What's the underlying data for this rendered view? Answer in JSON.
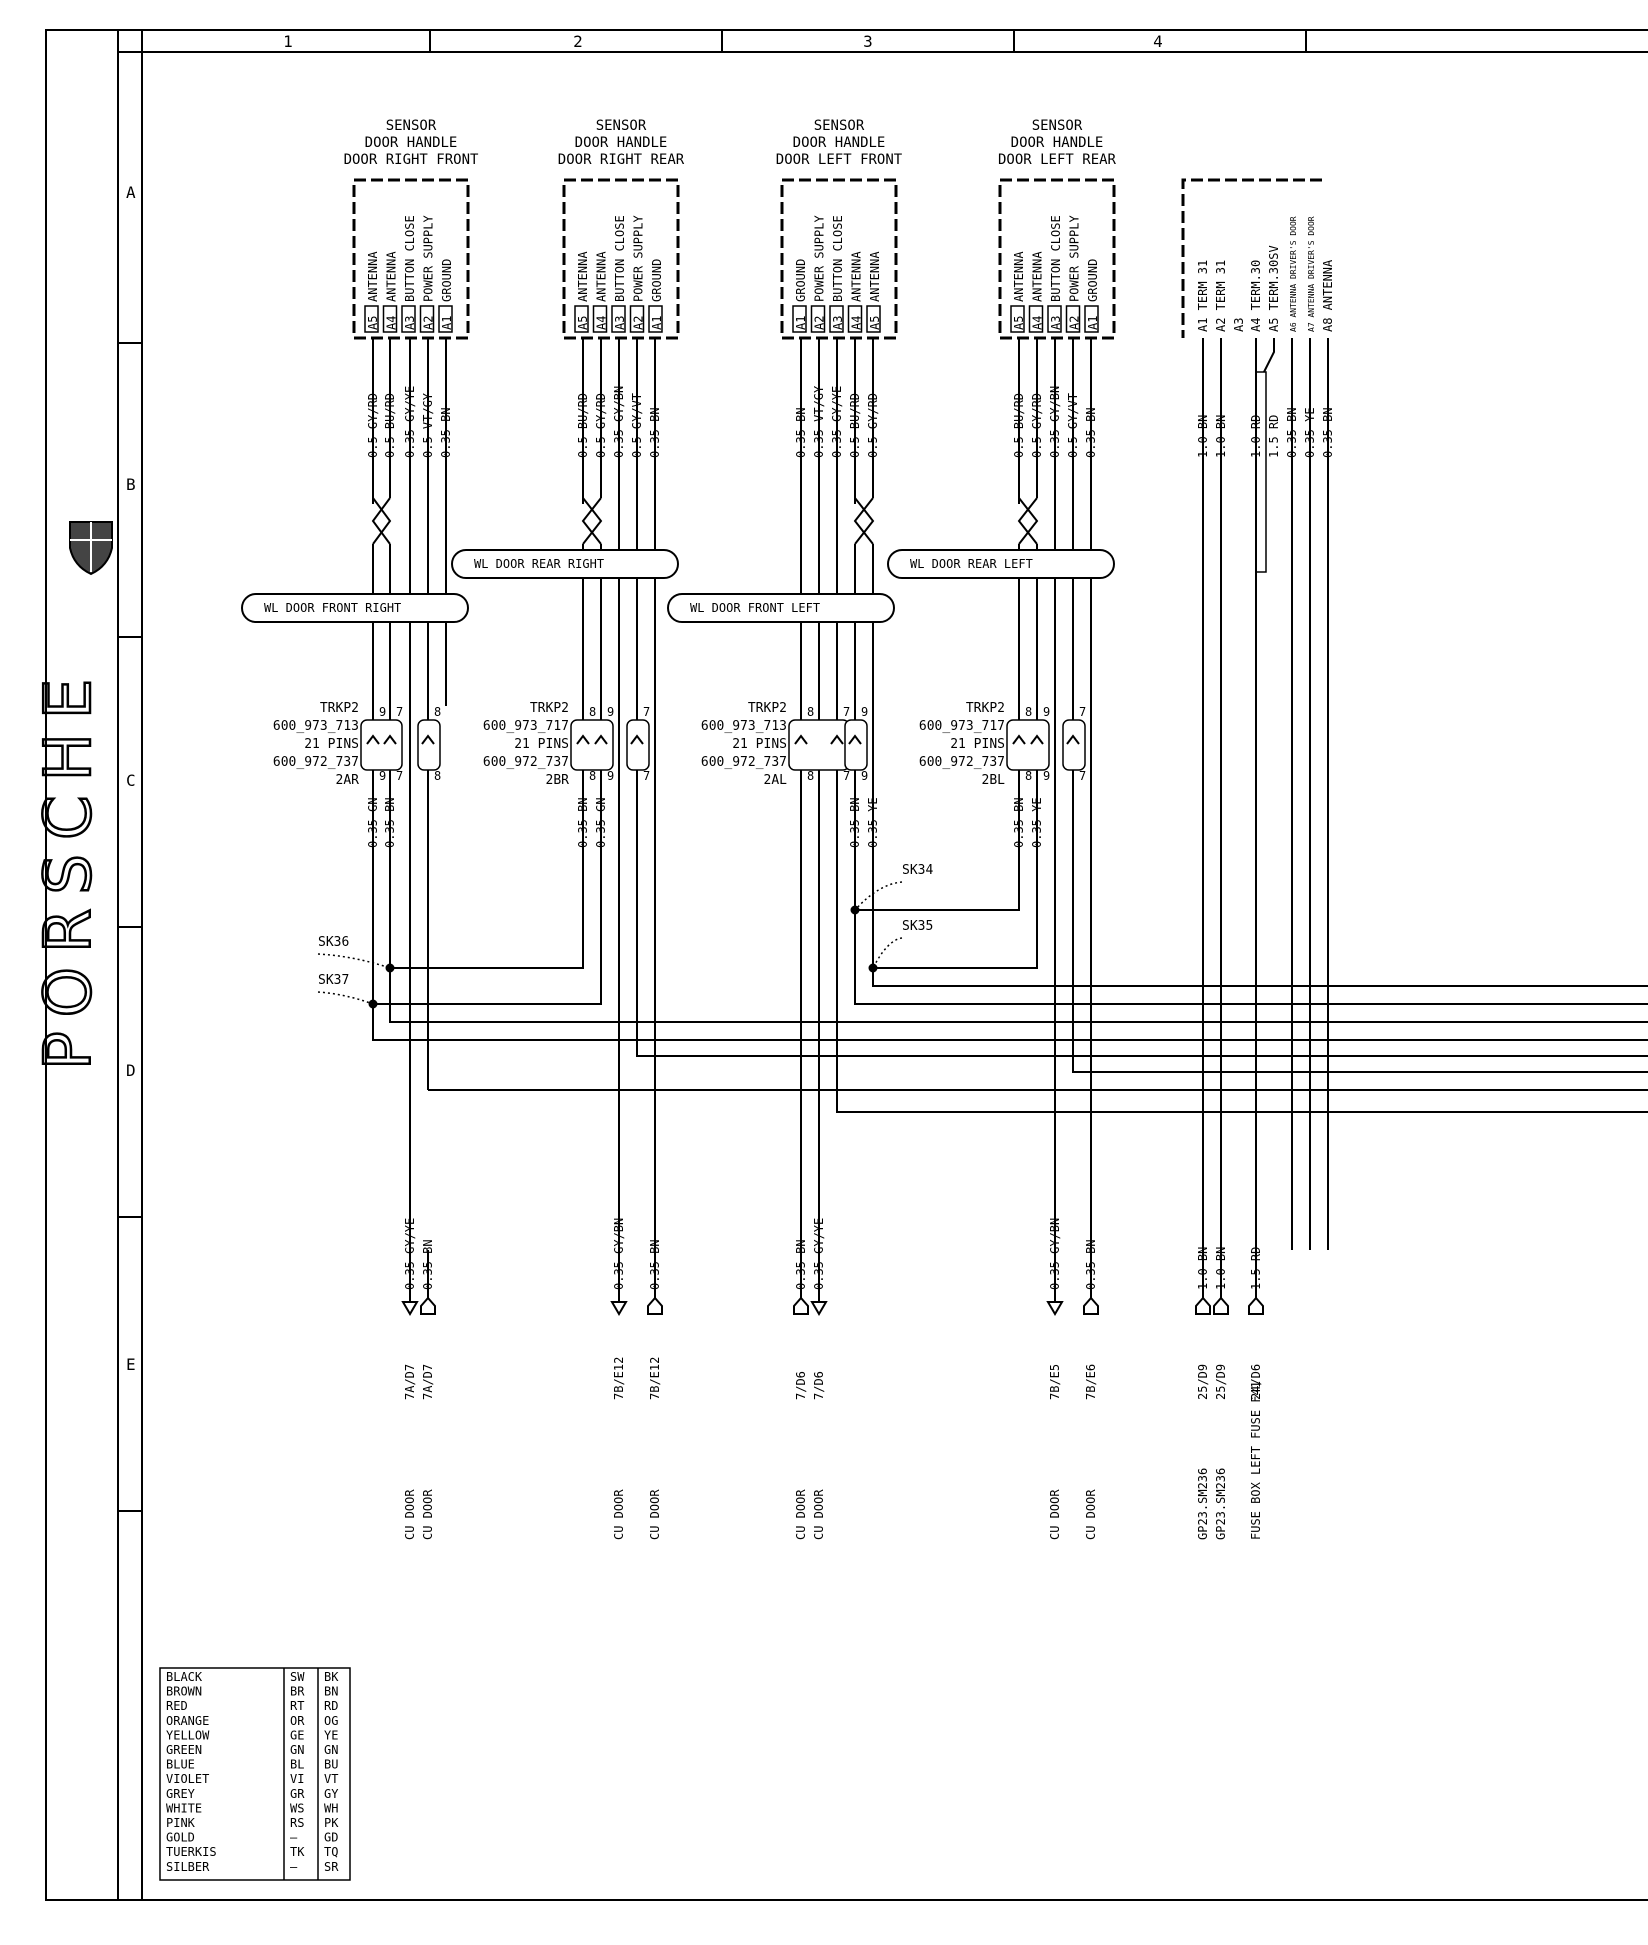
{
  "brand": "PORSCHE",
  "columns": [
    "1",
    "2",
    "3",
    "4"
  ],
  "rows": [
    "A",
    "B",
    "C",
    "D",
    "E"
  ],
  "sensors": [
    {
      "id": "rf",
      "title": [
        "SENSOR",
        "DOOR HANDLE",
        "DOOR RIGHT FRONT"
      ],
      "pins": [
        {
          "pin": "A5",
          "name": "ANTENNA"
        },
        {
          "pin": "A4",
          "name": "ANTENNA"
        },
        {
          "pin": "A3",
          "name": "BUTTON CLOSE"
        },
        {
          "pin": "A2",
          "name": "POWER SUPPLY"
        },
        {
          "pin": "A1",
          "name": "GROUND"
        }
      ],
      "wires": [
        "0.5 GY/RD",
        "0.5 BU/RD",
        "0.35 GY/YE",
        "0.5 VT/GY",
        "0.35 BN"
      ]
    },
    {
      "id": "rr",
      "title": [
        "SENSOR",
        "DOOR HANDLE",
        "DOOR RIGHT  REAR"
      ],
      "pins": [
        {
          "pin": "A5",
          "name": "ANTENNA"
        },
        {
          "pin": "A4",
          "name": "ANTENNA"
        },
        {
          "pin": "A3",
          "name": "BUTTON CLOSE"
        },
        {
          "pin": "A2",
          "name": "POWER SUPPLY"
        },
        {
          "pin": "A1",
          "name": "GROUND"
        }
      ],
      "wires": [
        "0.5 BU/RD",
        "0.5 GY/RD",
        "0.35 GY/BN",
        "0.5 GY/VT",
        "0.35 BN"
      ]
    },
    {
      "id": "lf",
      "title": [
        "SENSOR",
        "DOOR HANDLE",
        "DOOR LEFT FRONT"
      ],
      "pins": [
        {
          "pin": "A1",
          "name": "GROUND"
        },
        {
          "pin": "A2",
          "name": "POWER SUPPLY"
        },
        {
          "pin": "A3",
          "name": "BUTTON CLOSE"
        },
        {
          "pin": "A4",
          "name": "ANTENNA"
        },
        {
          "pin": "A5",
          "name": "ANTENNA"
        }
      ],
      "wires": [
        "0.35 BN",
        "0.35 VT/GY",
        "0.35 GY/YE",
        "0.5 BU/RD",
        "0.5 GY/RD"
      ]
    },
    {
      "id": "lr",
      "title": [
        "SENSOR",
        "DOOR HANDLE",
        "DOOR LEFT  REAR"
      ],
      "pins": [
        {
          "pin": "A5",
          "name": "ANTENNA"
        },
        {
          "pin": "A4",
          "name": "ANTENNA"
        },
        {
          "pin": "A3",
          "name": "BUTTON CLOSE"
        },
        {
          "pin": "A2",
          "name": "POWER SUPPLY"
        },
        {
          "pin": "A1",
          "name": "GROUND"
        }
      ],
      "wires": [
        "0.5 BU/RD",
        "0.5 GY/RD",
        "0.35 GY/BN",
        "0.5 GY/VT",
        "0.35 BN"
      ]
    }
  ],
  "control_unit": {
    "pins": [
      {
        "pin": "A1",
        "name": "TERM 31"
      },
      {
        "pin": "A2",
        "name": "TERM 31"
      },
      {
        "pin": "A3",
        "name": ""
      },
      {
        "pin": "A4",
        "name": "TERM.30"
      },
      {
        "pin": "A5",
        "name": "TERM.30SV"
      },
      {
        "pin": "A6",
        "name": "ANTENNA DRIVER'S DOOR"
      },
      {
        "pin": "A7",
        "name": "ANTENNA DRIVER'S DOOR"
      },
      {
        "pin": "A8",
        "name": "ANTENNA"
      }
    ],
    "wires": [
      "1.0 BN",
      "1.0 BN",
      "1.0 RD",
      "1.5 RD",
      "0.35 BN",
      "0.35 YE",
      "0.35 BN"
    ]
  },
  "harnesses": [
    "WL DOOR FRONT RIGHT",
    "WL DOOR REAR RIGHT",
    "WL DOOR FRONT LEFT",
    "WL DOOR REAR LEFT"
  ],
  "connectors": [
    {
      "name": "TRKP2",
      "part1": "600_973_713",
      "pins": "21 PINS",
      "part2": "600_972_737",
      "code": "2AR",
      "pin_top": [
        "9",
        "7",
        "8"
      ],
      "pin_bot": [
        "9",
        "7",
        "8"
      ]
    },
    {
      "name": "TRKP2",
      "part1": "600_973_717",
      "pins": "21 PINS",
      "part2": "600_972_737",
      "code": "2BR",
      "pin_top": [
        "8",
        "9",
        "7"
      ],
      "pin_bot": [
        "8",
        "9",
        "7"
      ]
    },
    {
      "name": "TRKP2",
      "part1": "600_973_713",
      "pins": "21 PINS",
      "part2": "600_972_737",
      "code": "2AL",
      "pin_top": [
        "8",
        "7",
        "9"
      ],
      "pin_bot": [
        "8",
        "7",
        "9"
      ]
    },
    {
      "name": "TRKP2",
      "part1": "600_973_717",
      "pins": "21 PINS",
      "part2": "600_972_737",
      "code": "2BL",
      "pin_top": [
        "8",
        "9",
        "7"
      ],
      "pin_bot": [
        "8",
        "9",
        "7"
      ]
    }
  ],
  "mid_wires": [
    "0.35 GN",
    "0.35 BN",
    "0.35 BN",
    "0.35 GN",
    "0.35 BN",
    "0.35 YE",
    "0.35 BN",
    "0.35 YE"
  ],
  "splices": [
    "SK36",
    "SK37",
    "SK34",
    "SK35"
  ],
  "bottom_wires": [
    "0.35 GY/YE",
    "0.35 BN",
    "0.35 GY/BN",
    "0.35 BN",
    "0.35 BN",
    "0.35 GY/YE",
    "0.35 GY/BN",
    "0.35 BN",
    "1.0 BN",
    "1.0 BN",
    "1.5 RD"
  ],
  "refs": [
    "7A/D7",
    "7A/D7",
    "7B/E12",
    "7B/E12",
    "7/D6",
    "7/D6",
    "7B/E5",
    "7B/E6",
    "25/D9",
    "25/D9",
    "24/D6"
  ],
  "destinations": [
    "CU DOOR",
    "CU DOOR",
    "CU DOOR",
    "CU DOOR",
    "CU DOOR",
    "CU DOOR",
    "CU DOOR",
    "CU DOOR",
    "GP23.SM236",
    "GP23.SM236",
    "FUSE BOX LEFT FUSE F41"
  ],
  "legend": [
    [
      "BLACK",
      "SW",
      "BK"
    ],
    [
      "BROWN",
      "BR",
      "BN"
    ],
    [
      "RED",
      "RT",
      "RD"
    ],
    [
      "ORANGE",
      "OR",
      "OG"
    ],
    [
      "YELLOW",
      "GE",
      "YE"
    ],
    [
      "GREEN",
      "GN",
      "GN"
    ],
    [
      "BLUE",
      "BL",
      "BU"
    ],
    [
      "VIOLET",
      "VI",
      "VT"
    ],
    [
      "GREY",
      "GR",
      "GY"
    ],
    [
      "WHITE",
      "WS",
      "WH"
    ],
    [
      "PINK",
      "RS",
      "PK"
    ],
    [
      "GOLD",
      "—",
      "GD"
    ],
    [
      "TUERKIS",
      "TK",
      "TQ"
    ],
    [
      "SILBER",
      "—",
      "SR"
    ]
  ]
}
